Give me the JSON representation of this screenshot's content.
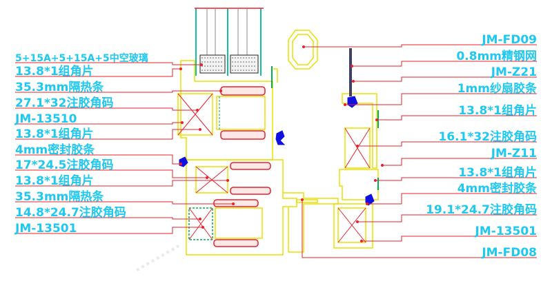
{
  "colors": {
    "label_text": "#1ec8f0",
    "leader_line": "#e8202a",
    "profile_outline": "#e8e000",
    "insulation_strip": "#e8202a",
    "glass": "#10c0a0",
    "seal": "#1010e0",
    "mesh": "#202020",
    "green_frame": "#00b050"
  },
  "left_labels": [
    "5+15A+5+15A+5中空玻璃",
    "13.8*1组角片",
    "35.3mm隔热条",
    "27.1*32注胶角码",
    "JM-13510",
    "13.8*1组角片",
    "4mm密封胶条",
    "17*24.5注胶角码",
    "13.8*1组角片",
    "35.3mm隔热条",
    "14.8*24.7注胶角码",
    "JM-13501"
  ],
  "right_labels": [
    "JM-FD09",
    "0.8mm精钢网",
    "JM-Z21",
    "1mm纱扇胶条",
    "13.8*1组角片",
    "16.1*32注胶角码",
    "JM-Z11",
    "13.8*1组角片",
    "4mm密封胶条",
    "19.1*24.7注胶角码",
    "JM-13501",
    "JM-FD08"
  ]
}
